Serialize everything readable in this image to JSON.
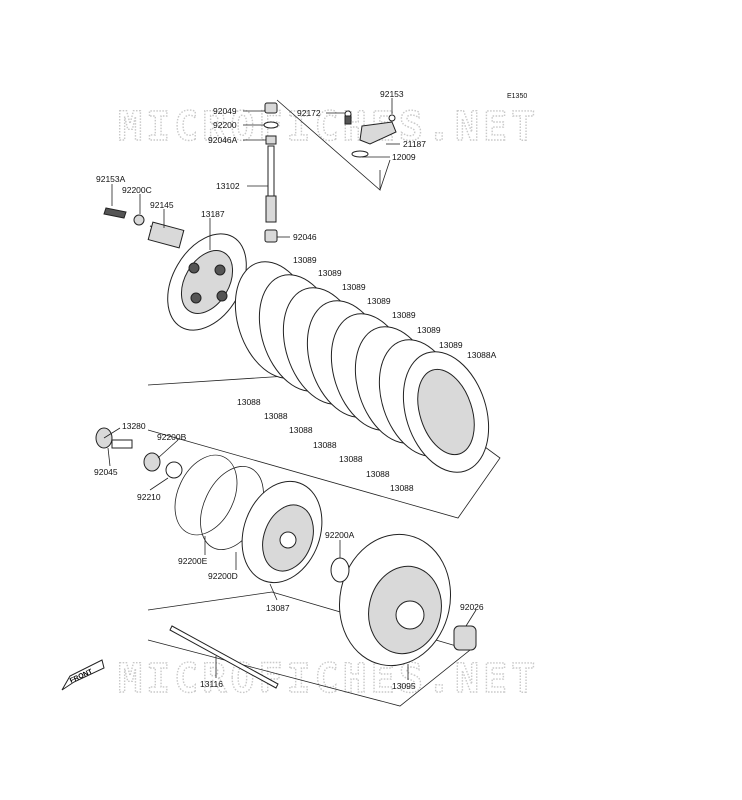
{
  "diagram": {
    "code": "E1350",
    "watermark": "MICROFICHES.NET",
    "front_label": "FRONT",
    "labels": {
      "p92049": "92049",
      "p92200": "92200",
      "p92046A": "92046A",
      "p13102": "13102",
      "p92046": "92046",
      "p92172": "92172",
      "p92153": "92153",
      "p21187": "21187",
      "p12009": "12009",
      "p92153A": "92153A",
      "p92200C": "92200C",
      "p92145": "92145",
      "p13187": "13187",
      "p13089_1": "13089",
      "p13089_2": "13089",
      "p13089_3": "13089",
      "p13089_4": "13089",
      "p13089_5": "13089",
      "p13089_6": "13089",
      "p13089_7": "13089",
      "p13088A": "13088A",
      "p13088_1": "13088",
      "p13088_2": "13088",
      "p13088_3": "13088",
      "p13088_4": "13088",
      "p13088_5": "13088",
      "p13088_6": "13088",
      "p13088_7": "13088",
      "p13280": "13280",
      "p92200B": "92200B",
      "p92045": "92045",
      "p92210": "92210",
      "p92200E": "92200E",
      "p92200D": "92200D",
      "p13087": "13087",
      "p92200A": "92200A",
      "p92026": "92026",
      "p13095": "13095",
      "p13116": "13116"
    }
  }
}
